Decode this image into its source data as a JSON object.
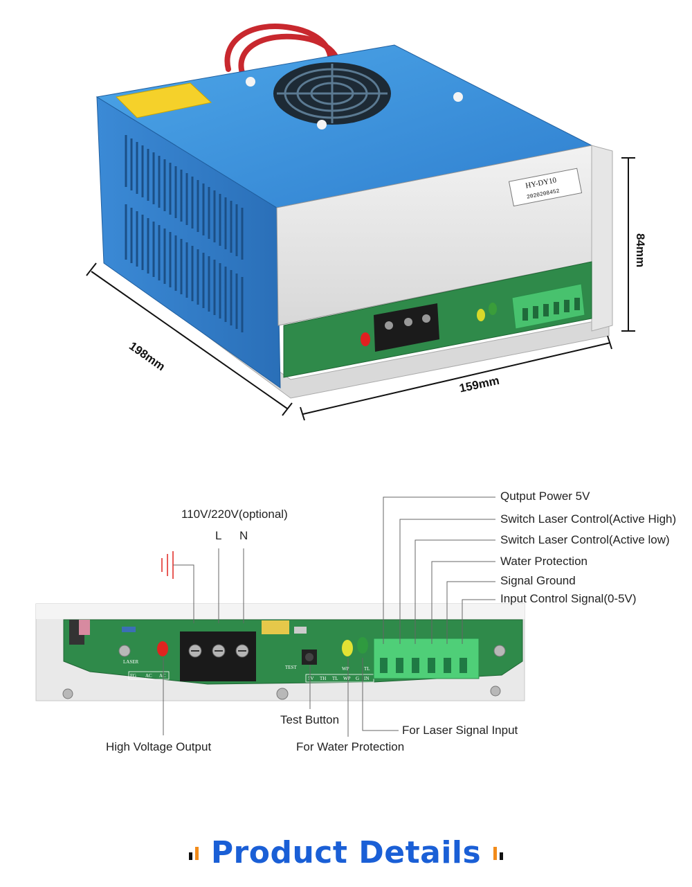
{
  "product_photo": {
    "model_label": "HY-DY10",
    "serial_label": "2020208452",
    "dimensions": {
      "depth": "198mm",
      "width": "159mm",
      "height": "84mm"
    }
  },
  "board": {
    "silkscreen": [
      "LASER",
      "FG",
      "AC",
      "AC",
      "TEST",
      "5V",
      "TH",
      "TL",
      "WP",
      "G",
      "IN",
      "WP",
      "TL"
    ]
  },
  "top_callouts": [
    "Qutput Power 5V",
    "Switch Laser Control(Active High)",
    "Switch Laser Control(Active low)",
    "Water Protection",
    "Signal Ground",
    "Input Control Signal(0-5V)"
  ],
  "input_callout": {
    "voltage": "110V/220V(optional)",
    "l": "L",
    "n": "N"
  },
  "bottom_callouts": {
    "test_button": "Test Button",
    "laser_signal": "For Laser Signal Input",
    "hv_output": "High Voltage Output",
    "water": "For Water Protection"
  },
  "footer": {
    "title": "Product Details"
  },
  "colors": {
    "case_blue": "#3f8fd8",
    "pcb_green": "#2f8a4a",
    "terminal_green": "#3fbf6a",
    "title_blue": "#1a5fd6",
    "accent_orange": "#f28b1a"
  }
}
